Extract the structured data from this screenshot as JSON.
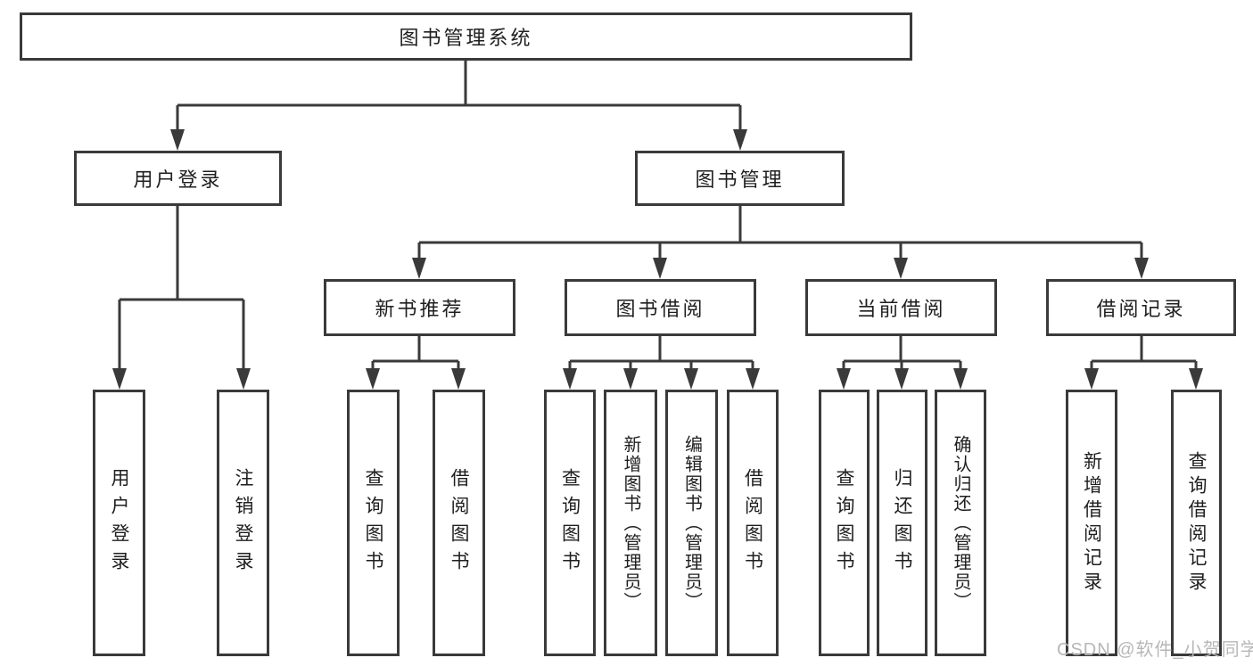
{
  "colors": {
    "background": "#ffffff",
    "line": "#3a3a3a",
    "box_border": "#3a3a3a",
    "text": "#1f1f1f",
    "watermark": "#b7b7b7"
  },
  "tree": {
    "root": {
      "label": "图书管理系统"
    },
    "branches": [
      {
        "label": "用户登录",
        "children": [
          {
            "label": "用户登录"
          },
          {
            "label": "注销登录"
          }
        ]
      },
      {
        "label": "图书管理",
        "children": [
          {
            "label": "新书推荐",
            "children": [
              {
                "label": "查询图书"
              },
              {
                "label": "借阅图书"
              }
            ]
          },
          {
            "label": "图书借阅",
            "children": [
              {
                "label": "查询图书"
              },
              {
                "label": "新增图书（管理员）"
              },
              {
                "label": "编辑图书（管理员）"
              },
              {
                "label": "借阅图书"
              }
            ]
          },
          {
            "label": "当前借阅",
            "children": [
              {
                "label": "查询图书"
              },
              {
                "label": "归还图书"
              },
              {
                "label": "确认归还（管理员）"
              }
            ]
          },
          {
            "label": "借阅记录",
            "children": [
              {
                "label": "新增借阅记录"
              },
              {
                "label": "查询借阅记录"
              }
            ]
          }
        ]
      }
    ]
  },
  "watermark": {
    "text": "CSDN @软件_小贺同学"
  }
}
